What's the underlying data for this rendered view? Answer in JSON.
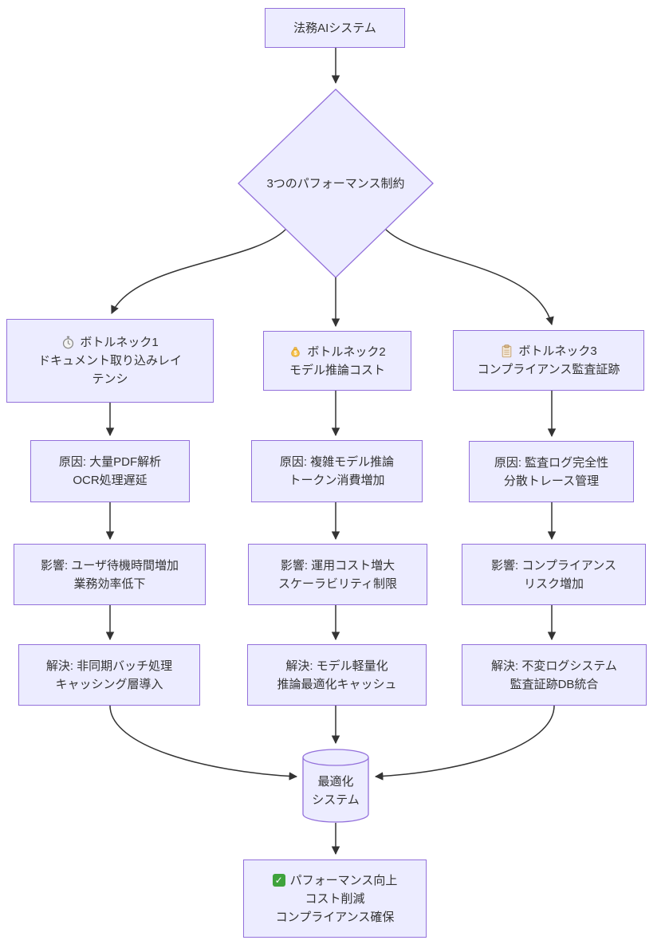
{
  "diagram_type": "flowchart-top-down",
  "colors": {
    "node_fill": "#ECECFF",
    "node_border": "#9370DB",
    "edge": "#333333",
    "text": "#333333",
    "check_green": "#3FA33C",
    "money_gold": "#F7C24B",
    "clipboard_tan": "#D9B98C"
  },
  "nodes": {
    "root": {
      "label": "法務AIシステム"
    },
    "decision": {
      "label": "3つのパフォーマンス制約"
    },
    "b1": {
      "icon": "stopwatch-icon",
      "title": "ボトルネック1",
      "subtitle": "ドキュメント取り込みレイテンシ"
    },
    "b2": {
      "icon": "money-bag-icon",
      "title": "ボトルネック2",
      "subtitle": "モデル推論コスト"
    },
    "b3": {
      "icon": "clipboard-icon",
      "title": "ボトルネック3",
      "subtitle": "コンプライアンス監査証跡"
    },
    "c1": {
      "line1": "原因: 大量PDF解析",
      "line2": "OCR処理遅延"
    },
    "c2": {
      "line1": "原因: 複雑モデル推論",
      "line2": "トークン消費増加"
    },
    "c3": {
      "line1": "原因: 監査ログ完全性",
      "line2": "分散トレース管理"
    },
    "i1": {
      "line1": "影響: ユーザ待機時間増加",
      "line2": "業務効率低下"
    },
    "i2": {
      "line1": "影響: 運用コスト増大",
      "line2": "スケーラビリティ制限"
    },
    "i3": {
      "line1": "影響: コンプライアンス",
      "line2": "リスク増加"
    },
    "s1": {
      "line1": "解決: 非同期バッチ処理",
      "line2": "キャッシング層導入"
    },
    "s2": {
      "line1": "解決: モデル軽量化",
      "line2": "推論最適化キャッシュ"
    },
    "s3": {
      "line1": "解決: 不変ログシステム",
      "line2": "監査証跡DB統合"
    },
    "db": {
      "line1": "最適化",
      "line2": "システム"
    },
    "result": {
      "icon": "check-icon",
      "line1": "パフォーマンス向上",
      "line2": "コスト削減",
      "line3": "コンプライアンス確保"
    }
  }
}
